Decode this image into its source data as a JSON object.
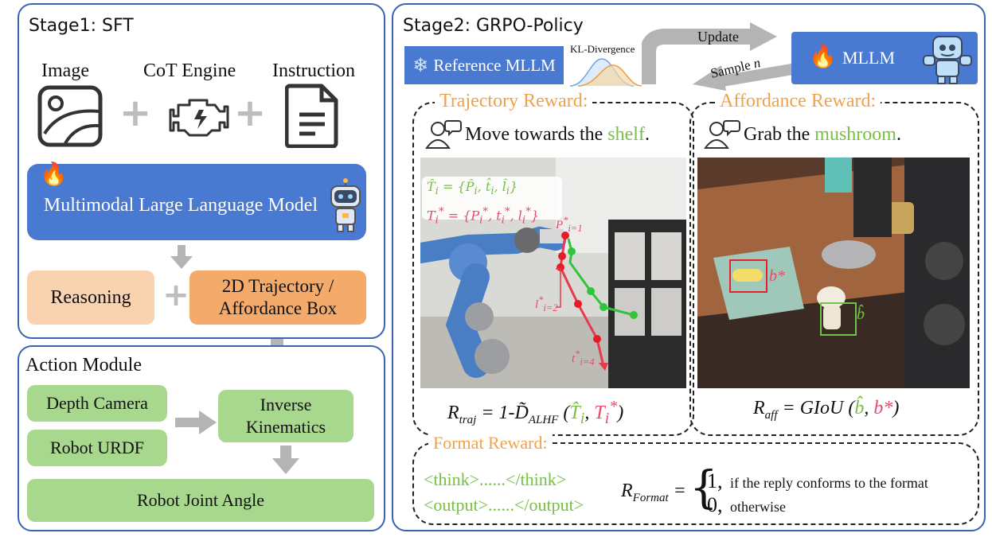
{
  "stage1": {
    "title": "Stage1: SFT",
    "image_label": "Image",
    "cot_label": "CoT Engine",
    "instruction_label": "Instruction",
    "mllm_label": "Multimodal Large Language Model",
    "reasoning_label": "Reasoning",
    "traj_line1": "2D Trajectory /",
    "traj_line2": "Affordance Box"
  },
  "action": {
    "title": "Action Module",
    "depth_camera": "Depth Camera",
    "robot_urdf": "Robot URDF",
    "ik_line1": "Inverse",
    "ik_line2": "Kinematics",
    "joint_angle": "Robot Joint Angle"
  },
  "stage2": {
    "title": "Stage2: GRPO-Policy",
    "reference_mllm": "Reference MLLM",
    "kl_label": "KL-Divergence",
    "update_label": "Update",
    "sample_label": "Sample",
    "sample_var": "n",
    "mllm": "MLLM",
    "trajectory_reward": "Trajectory Reward:",
    "affordance_reward": "Affordance Reward:",
    "format_reward": "Format Reward:",
    "traj_prompt_pre": "Move towards the ",
    "traj_prompt_obj": "shelf",
    "traj_prompt_post": ".",
    "aff_prompt_pre": "Grab the ",
    "aff_prompt_obj": "mushroom",
    "aff_prompt_post": ".",
    "think_line": "<think>......</think>",
    "output_line": "<output>......</output>",
    "format_one": "1,",
    "format_one_text": "if the reply conforms to the format",
    "format_zero": "0,",
    "format_zero_text": "otherwise"
  },
  "colors": {
    "panel_border": "#3a63b0",
    "blue": "#4a79d2",
    "green_box": "#a8d88d",
    "orange_text": "#f0a24a",
    "green_text": "#77c043",
    "red": "#e84a6a",
    "peach": "#f9d2b0",
    "orange_box": "#f4aa6a"
  },
  "icons": [
    "image-icon",
    "engine-icon",
    "document-icon",
    "fire-icon",
    "robot-icon",
    "snowflake-icon",
    "user-chat-icon",
    "plus-icon",
    "arrow-icon"
  ]
}
